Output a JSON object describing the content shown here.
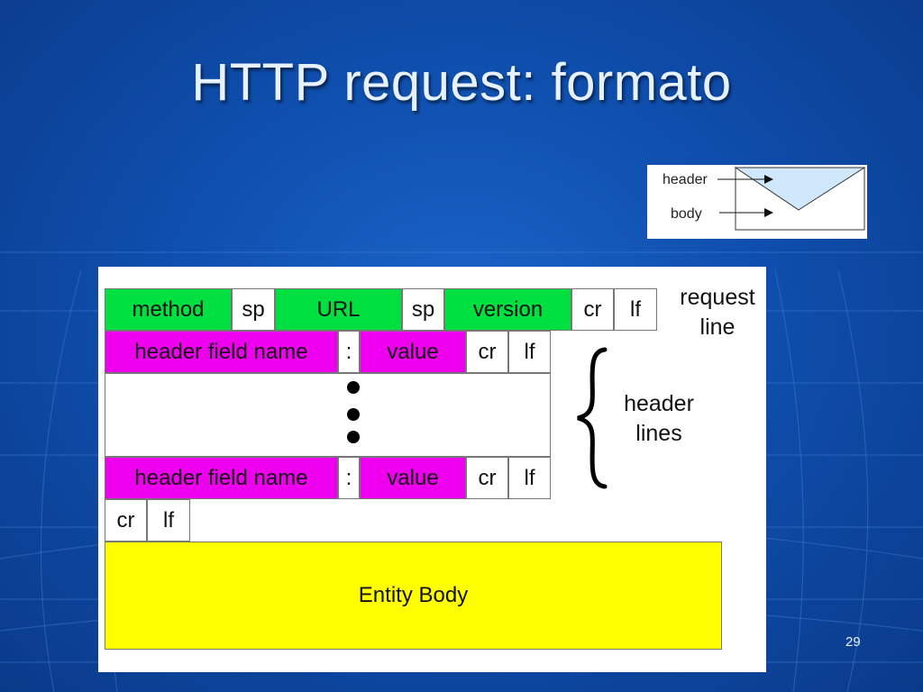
{
  "slide": {
    "title": "HTTP request: formato",
    "page_number": "29"
  },
  "legend": {
    "header_label": "header",
    "body_label": "body"
  },
  "diagram": {
    "request_line": {
      "fields": [
        "method",
        "sp",
        "URL",
        "sp",
        "version",
        "cr",
        "lf"
      ],
      "label_line1": "request",
      "label_line2": "line"
    },
    "header_line": {
      "name": "header field name",
      "colon": ":",
      "value": "value",
      "cr": "cr",
      "lf": "lf"
    },
    "header_lines_label_line1": "header",
    "header_lines_label_line2": "lines",
    "blank_line": {
      "cr": "cr",
      "lf": "lf"
    },
    "entity_body": "Entity Body"
  },
  "colors": {
    "request_line_fill": "#00e040",
    "header_fill": "#ee00ee",
    "body_fill": "#ffff00",
    "legend_triangle": "#cfe8fb"
  }
}
